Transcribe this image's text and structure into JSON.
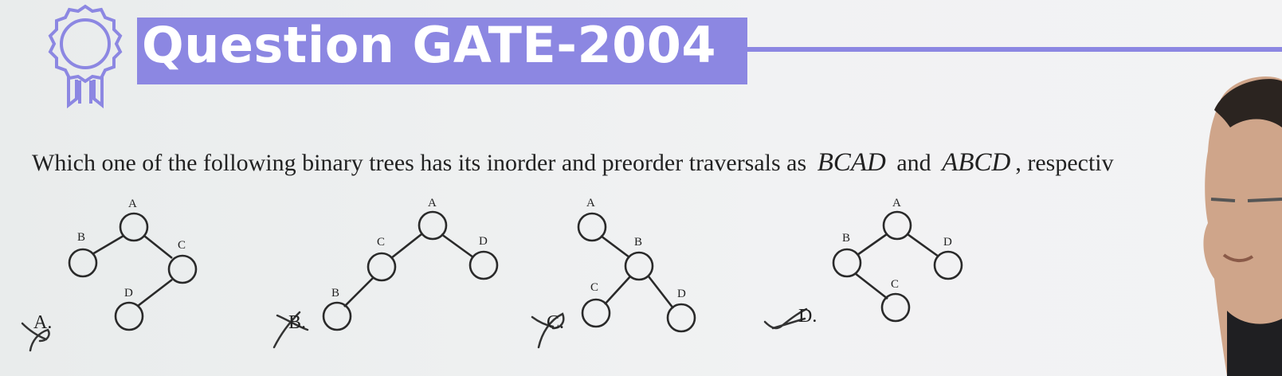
{
  "slide": {
    "title": "Question GATE-2004",
    "question": {
      "prefix": "Which one of the following binary trees has its inorder and preorder traversals as",
      "inorder": "BCAD",
      "conj": "and",
      "preorder": "ABCD",
      "suffix": ", respectiv"
    },
    "colors": {
      "title_bg": "#8c87e2",
      "title_text": "#ffffff",
      "tree_stroke": "#2a2a2a"
    }
  },
  "options": [
    {
      "label": "A.",
      "nodes": [
        "A",
        "B",
        "C",
        "D"
      ],
      "mark": "crossed"
    },
    {
      "label": "B.",
      "nodes": [
        "A",
        "C",
        "D",
        "B"
      ],
      "mark": "crossed"
    },
    {
      "label": "C.",
      "nodes": [
        "A",
        "B",
        "C",
        "D"
      ],
      "mark": "crossed"
    },
    {
      "label": "D.",
      "nodes": [
        "A",
        "B",
        "D",
        "C"
      ],
      "mark": "ticked"
    }
  ]
}
